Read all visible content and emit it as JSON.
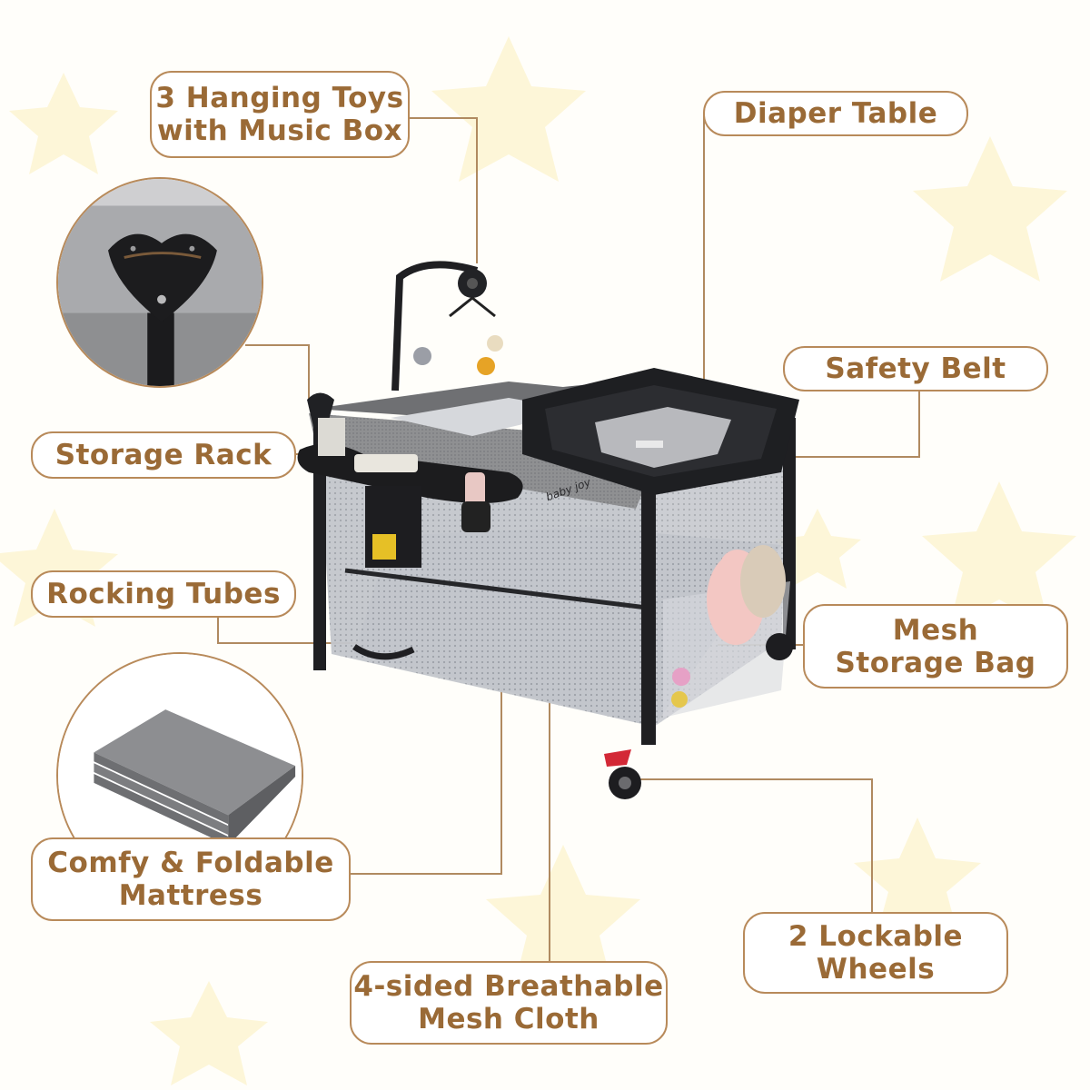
{
  "callouts": {
    "hanging_toys": [
      "3 Hanging Toys",
      "with Music Box"
    ],
    "diaper_table": [
      "Diaper Table"
    ],
    "safety_belt": [
      "Safety Belt"
    ],
    "storage_rack": [
      "Storage Rack"
    ],
    "rocking_tubes": [
      "Rocking Tubes"
    ],
    "mesh_storage_bag": [
      "Mesh",
      "Storage Bag"
    ],
    "mattress": [
      "Comfy & Foldable",
      "Mattress"
    ],
    "wheels": [
      "2 Lockable",
      "Wheels"
    ],
    "mesh_cloth": [
      "4-sided Breathable",
      "Mesh Cloth"
    ]
  },
  "brand_mark": "baby joy",
  "colors": {
    "callout_text": "#9a6a36",
    "callout_border": "#b88a5a",
    "leader_line": "#b08a60",
    "star_fill": "#fdf6d8",
    "frame_black": "#1f1f22",
    "mesh_gray": "#b9bcc2",
    "fabric_gray": "#8e8e90"
  },
  "icons": {
    "background_stars": "star-icon",
    "corner_connector_inset": "corner-connector-icon",
    "folded_mattress_inset": "folded-mattress-icon"
  }
}
